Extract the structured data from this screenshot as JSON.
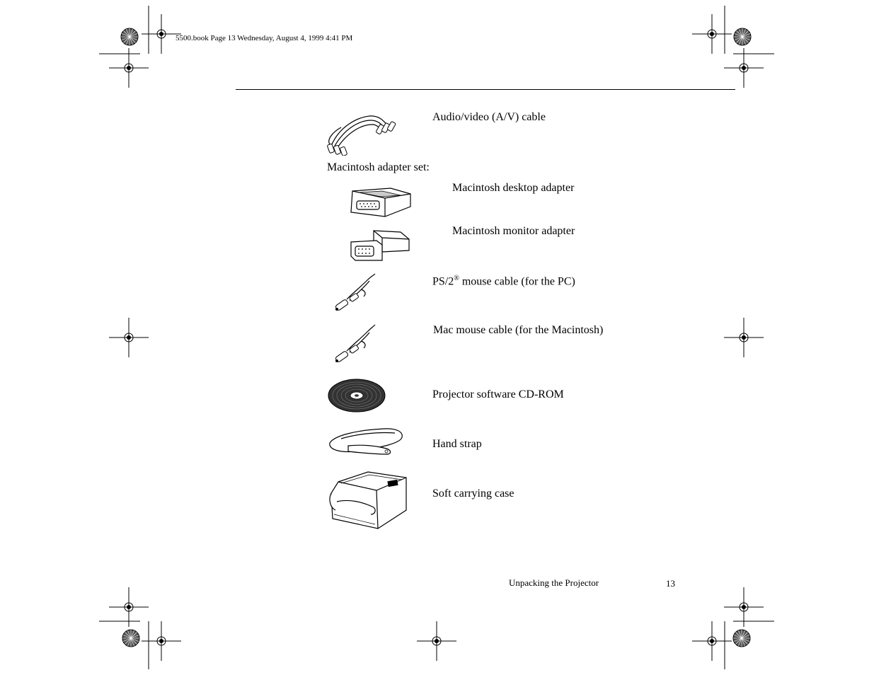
{
  "header": {
    "print_info": "5500.book  Page 13  Wednesday, August 4, 1999  4:41 PM"
  },
  "items": [
    {
      "label": "Audio/video (A/V) cable",
      "icon": "av-cable-icon"
    },
    {
      "label": "Macintosh desktop adapter",
      "icon": "desktop-adapter-icon"
    },
    {
      "label": "Macintosh monitor adapter",
      "icon": "monitor-adapter-icon"
    },
    {
      "label_prefix": "PS/2",
      "label_sup": "®",
      "label_suffix": " mouse cable (for the PC)",
      "icon": "ps2-cable-icon"
    },
    {
      "label": "Mac mouse cable (for the Macintosh)",
      "icon": "mac-cable-icon"
    },
    {
      "label": "Projector software CD-ROM",
      "icon": "cd-rom-icon"
    },
    {
      "label": "Hand strap",
      "icon": "hand-strap-icon"
    },
    {
      "label": "Soft carrying case",
      "icon": "carrying-case-icon"
    }
  ],
  "section": {
    "macintosh_adapter_set": "Macintosh adapter set:"
  },
  "footer": {
    "title": "Unpacking the Projector",
    "page_number": "13"
  }
}
